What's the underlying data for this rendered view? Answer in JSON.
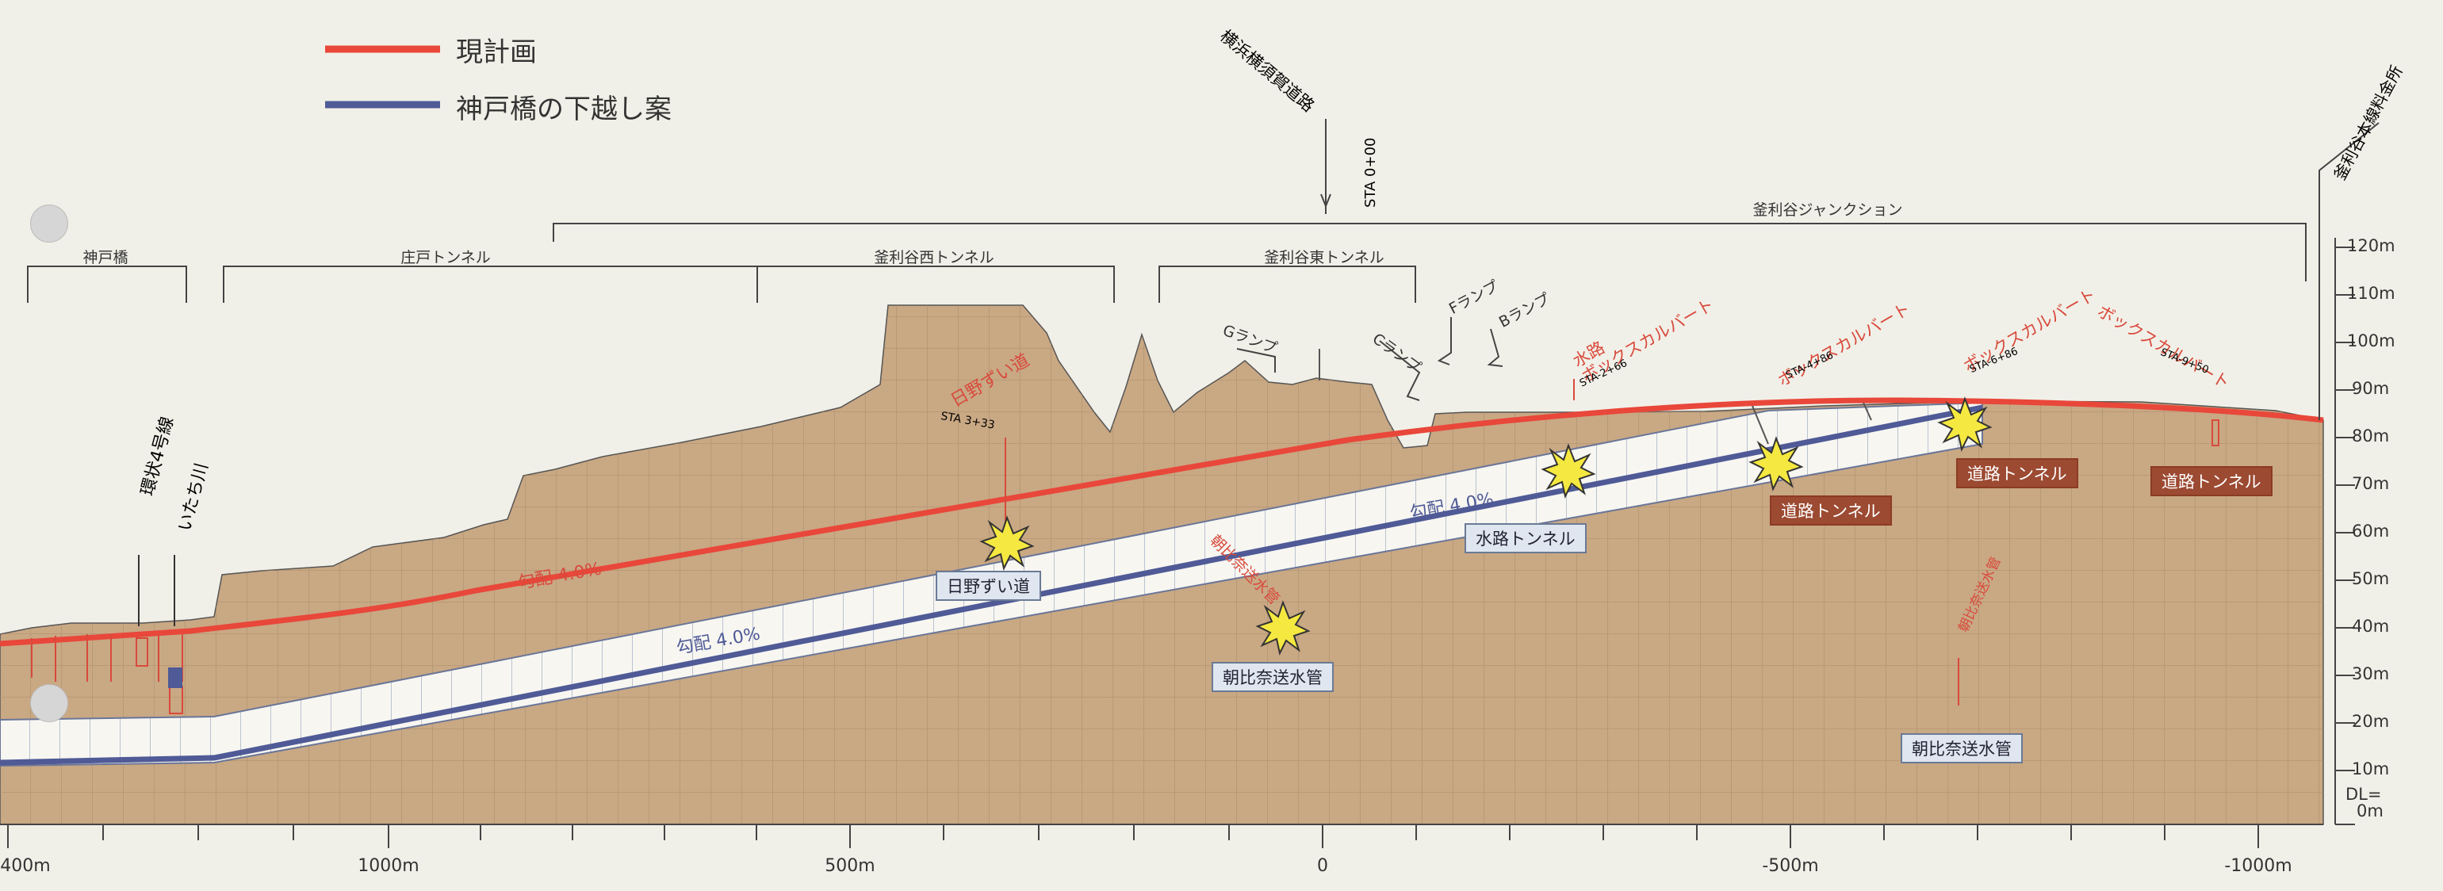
{
  "legend": {
    "current_plan": "現計画",
    "undercross_plan": "神戸橋の下越し案"
  },
  "colors": {
    "current_plan": "#e8473a",
    "undercross_plan": "#4f5a96",
    "ground": "#c9a884",
    "grid": "#a88a66",
    "accent_red": "#d84a3c",
    "box_blue": "#dfe6f0",
    "box_brown": "#9c4a32"
  },
  "top_labels": {
    "yokohama_road": "横浜横須賀道路",
    "sta_zero": "STA 0+00",
    "junction": "釜利谷ジャンクション",
    "toll_gate": "釜利谷本線料金所"
  },
  "sections": [
    {
      "key": "kobe_bridge",
      "label": "神戸橋"
    },
    {
      "key": "shodo_tunnel",
      "label": "庄戸トンネル"
    },
    {
      "key": "west_tunnel",
      "label": "釜利谷西トンネル"
    },
    {
      "key": "east_tunnel",
      "label": "釜利谷東トンネル"
    }
  ],
  "ramps": {
    "g": "Gランプ",
    "c": "Cランプ",
    "f": "Fランプ",
    "b": "Bランプ"
  },
  "crossings": {
    "route4": "環状4号線",
    "itachi_river": "いたち川",
    "hino_road_red": "日野ずい道",
    "hino_sta": "STA 3+33",
    "asahina_red": "朝比奈送水管",
    "suiro_box": "水路\nボックスカルバート",
    "sta_266": "STA-2+66",
    "box_culvert": "ボックスカルバート",
    "sta_486": "STA-4+86",
    "sta_686": "STA-6+86",
    "sta_950": "STA-9+50",
    "asahina_red_right": "朝比奈送水管"
  },
  "boxes": {
    "hino_road": "日野ずい道",
    "asahina_pipe": "朝比奈送水管",
    "water_tunnel": "水路トンネル",
    "road_tunnel_1": "道路トンネル",
    "road_tunnel_2": "道路トンネル",
    "road_tunnel_3": "道路トンネル",
    "asahina_pipe_right": "朝比奈送水管"
  },
  "gradients": {
    "current": "勾配 4.0%",
    "undercross_mid": "勾配 4.0%",
    "undercross_right": "勾配 4.0%"
  },
  "x_axis": {
    "ticks": [
      "400m",
      "1000m",
      "500m",
      "0",
      "-500m",
      "-1000m"
    ]
  },
  "elevation_scale": {
    "labels": [
      "120m",
      "110m",
      "100m",
      "90m",
      "80m",
      "70m",
      "60m",
      "50m",
      "40m",
      "30m",
      "20m",
      "10m"
    ],
    "datum": "DL=\n0m"
  }
}
